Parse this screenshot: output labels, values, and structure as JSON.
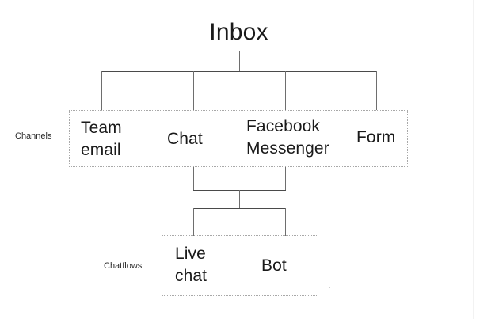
{
  "diagram": {
    "type": "tree",
    "root": {
      "label": "Inbox"
    },
    "groups": [
      {
        "id": "channels",
        "label": "Channels",
        "nodes": [
          {
            "id": "team-email",
            "label": "Team\nemail"
          },
          {
            "id": "chat",
            "label": "Chat"
          },
          {
            "id": "facebook-messenger",
            "label": "Facebook\nMessenger"
          },
          {
            "id": "form",
            "label": "Form"
          }
        ]
      },
      {
        "id": "chatflows",
        "label": "Chatflows",
        "nodes": [
          {
            "id": "live-chat",
            "label": "Live\nchat"
          },
          {
            "id": "bot",
            "label": "Bot"
          }
        ]
      }
    ],
    "colors": {
      "text": "#1a1a1a",
      "connector": "#4a4a4a",
      "box_border": "#a8a8a8",
      "background": "#ffffff"
    }
  }
}
